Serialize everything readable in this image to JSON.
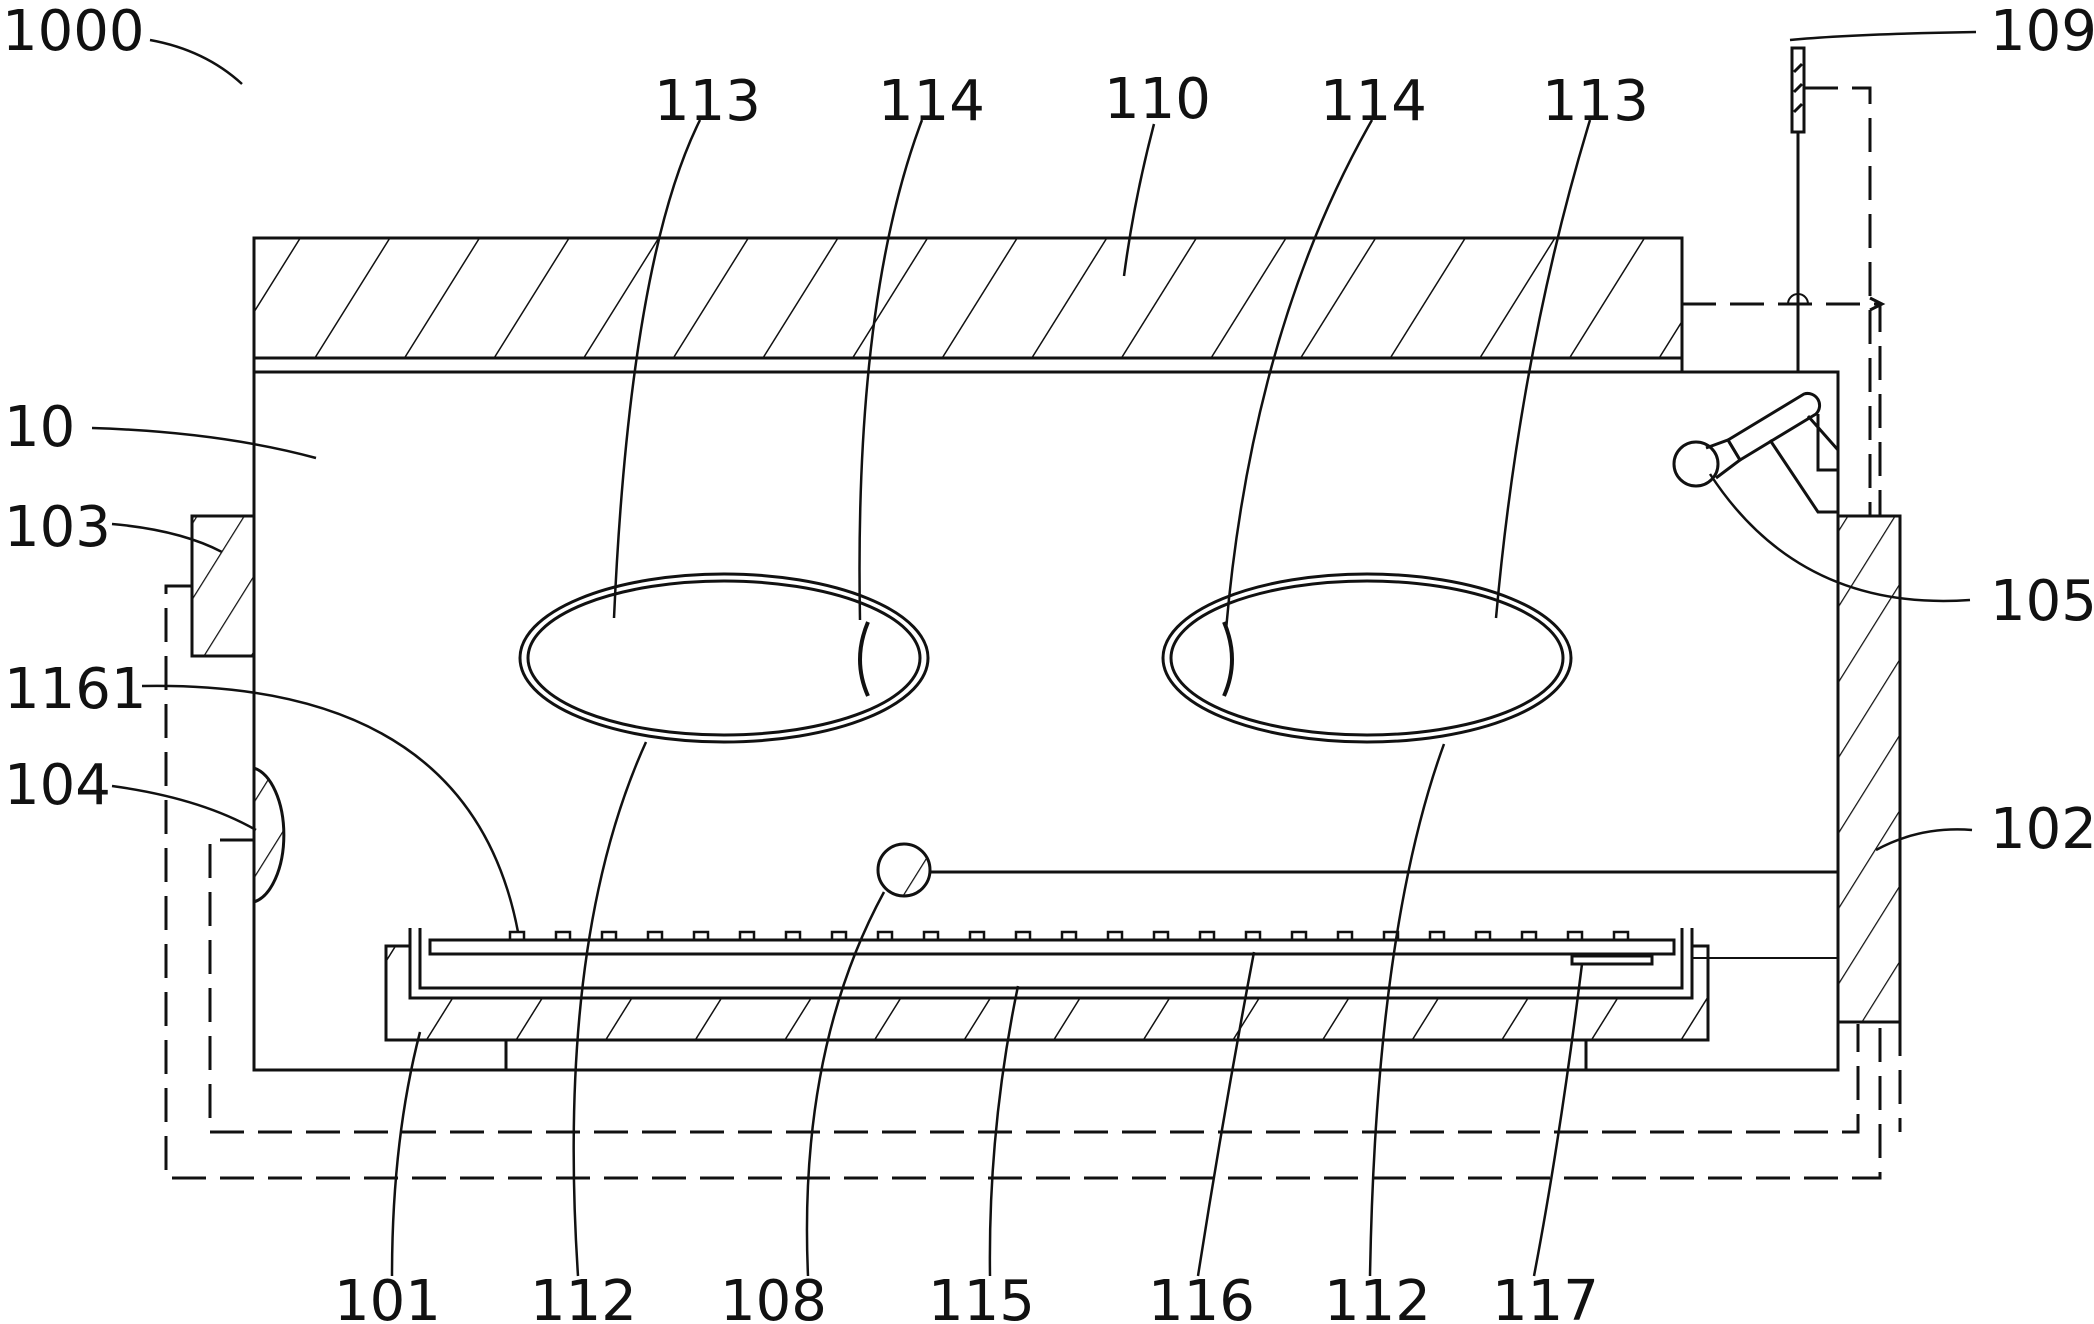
{
  "figure": {
    "labels": {
      "assembly": "1000",
      "body": "10",
      "l101": "101",
      "l102": "102",
      "l103": "103",
      "l104": "104",
      "l105": "105",
      "l108": "108",
      "l109": "109",
      "l110": "110",
      "l112_left": "112",
      "l112_right": "112",
      "l113_left": "113",
      "l113_right": "113",
      "l114_left": "114",
      "l114_right": "114",
      "l115": "115",
      "l116": "116",
      "l117": "117",
      "l1161": "1161"
    },
    "colors": {
      "ink": "#111111",
      "paper": "#ffffff"
    }
  }
}
